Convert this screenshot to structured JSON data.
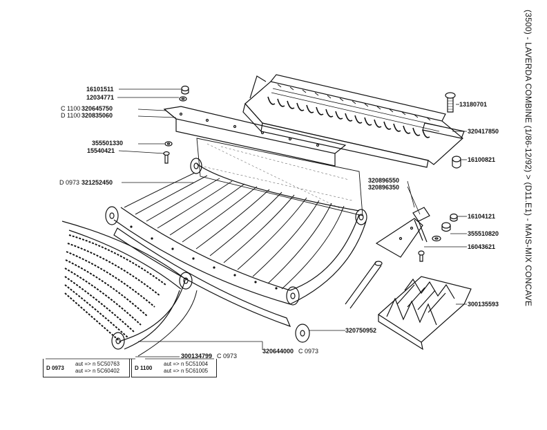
{
  "side_title": "(3500) - LAVERDA COMBINE (1/86-12/92) > (D11.E1) - MAIS-MIX CONCAVE",
  "parts": {
    "p1": "16101511",
    "p2": "12034771",
    "p3_prefix": "C 1100",
    "p3": "320645750",
    "p4_prefix": "D 1100",
    "p4": "320835060",
    "p5": "355501330",
    "p6": "15540421",
    "p7_prefix": "D 0973",
    "p7": "321252450",
    "p8": "13180701",
    "p9": "320417850",
    "p10": "16100821",
    "p11": "320896550",
    "p12": "320896350",
    "p13": "16104121",
    "p14": "355510820",
    "p15": "16043621",
    "p16": "300135593",
    "p17": "320750952",
    "p18": "320644000",
    "p18_suffix": "C 0973",
    "p19": "300134799",
    "p19_suffix": "C 0973"
  },
  "table_left": {
    "code": "D 0973",
    "row1_aut": "aut",
    "row1_arrow": "=>",
    "row1_n": "n",
    "row1_val": "5C50763",
    "row2_aut": "aut",
    "row2_arrow": "=>",
    "row2_n": "n",
    "row2_val": "5C60402"
  },
  "table_right": {
    "code": "D 1100",
    "row1_aut": "aut",
    "row1_arrow": "=>",
    "row1_n": "n",
    "row1_val": "5C51004",
    "row2_aut": "aut",
    "row2_arrow": "=>",
    "row2_n": "n",
    "row2_val": "5C61005"
  }
}
